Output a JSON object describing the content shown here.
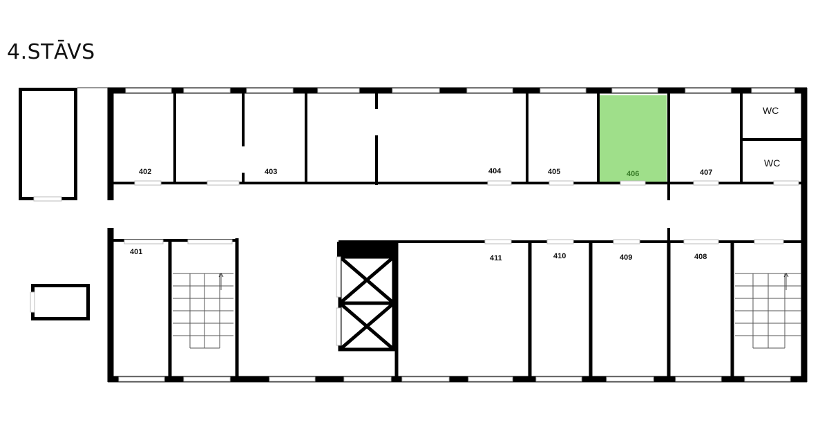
{
  "floor": {
    "title": "4.STĀVS"
  },
  "highlight": {
    "room": "406",
    "color": "#9fdf8a"
  },
  "rooms": [
    {
      "label": "401"
    },
    {
      "label": "402"
    },
    {
      "label": "403"
    },
    {
      "label": "404"
    },
    {
      "label": "405"
    },
    {
      "label": "406"
    },
    {
      "label": "407"
    },
    {
      "label": "408"
    },
    {
      "label": "409"
    },
    {
      "label": "410"
    },
    {
      "label": "411"
    }
  ],
  "restrooms": [
    {
      "label": "WC"
    },
    {
      "label": "WC"
    }
  ]
}
